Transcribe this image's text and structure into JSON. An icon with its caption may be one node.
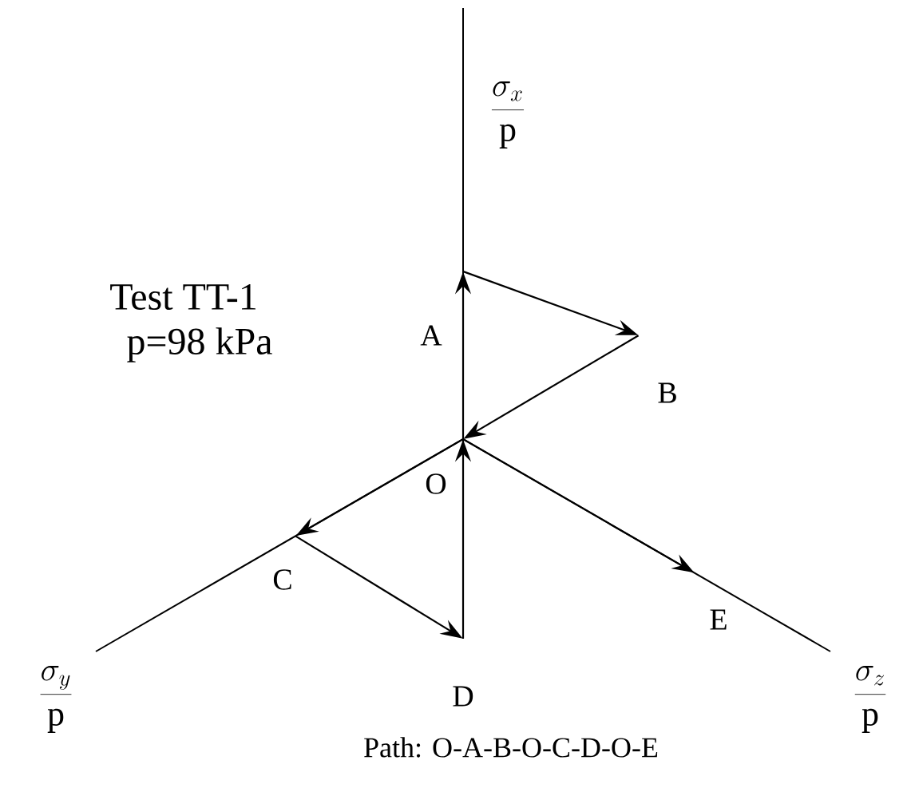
{
  "diagram": {
    "nodes": [
      {
        "text": [],
        "shape": "point",
        "beside": [
          "O"
        ]
      },
      {
        "text": [],
        "shape": "point",
        "beside": [
          "A"
        ]
      },
      {
        "text": [],
        "shape": "point",
        "beside": [
          "B"
        ]
      },
      {
        "text": [],
        "shape": "point",
        "beside": [
          "C"
        ]
      },
      {
        "text": [],
        "shape": "point",
        "beside": [
          "D"
        ]
      },
      {
        "text": [],
        "shape": "point",
        "beside": [
          "E"
        ]
      }
    ],
    "edges": [
      {
        "from": 0,
        "to": 1,
        "arrow": "to"
      },
      {
        "from": 1,
        "to": 2,
        "arrow": "to"
      },
      {
        "from": 2,
        "to": 0,
        "arrow": "to"
      },
      {
        "from": 0,
        "to": 3,
        "arrow": "to"
      },
      {
        "from": 3,
        "to": 4,
        "arrow": "to"
      },
      {
        "from": 4,
        "to": 0,
        "arrow": "to"
      },
      {
        "from": 0,
        "to": 5,
        "arrow": "to"
      }
    ],
    "labels": [
      "\\frac{\\sigma_x}{\\mathrm{p}}",
      "Test TT-1",
      "p=98 kPa",
      "\\frac{\\sigma_y}{\\mathrm{p}}",
      "\\frac{\\sigma_z}{\\mathrm{p}}",
      "Path: O-A-B-O-C-D-O-E"
    ]
  }
}
